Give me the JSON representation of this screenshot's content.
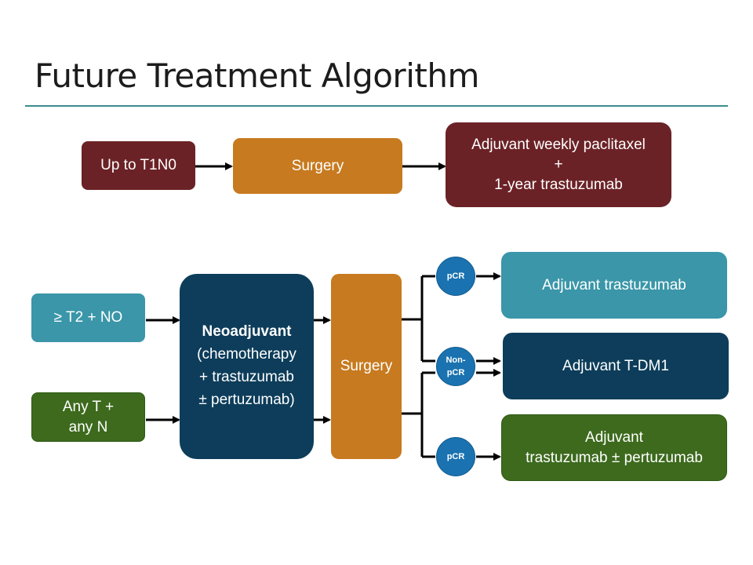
{
  "title": "Future Treatment Algorithm",
  "row1": {
    "start": "Up to T1N0",
    "surgery": "Surgery",
    "adjuvant_line1": "Adjuvant weekly paclitaxel",
    "adjuvant_line2": "+",
    "adjuvant_line3": "1-year trastuzumab"
  },
  "row2": {
    "input1": "≥ T2 + NO",
    "input2_line1": "Any T +",
    "input2_line2": "any N",
    "neo_title": "Neoadjuvant",
    "neo_line1": "(chemotherapy",
    "neo_line2": "+ trastuzumab",
    "neo_line3": "± pertuzumab)",
    "surgery": "Surgery",
    "pcr_top": "pCR",
    "nonpcr_line1": "Non-",
    "nonpcr_line2": "pCR",
    "pcr_bottom": "pCR",
    "out1": "Adjuvant trastuzumab",
    "out2": "Adjuvant T-DM1",
    "out3_line1": "Adjuvant",
    "out3_line2": "trastuzumab ± pertuzumab"
  },
  "colors": {
    "maroon": "#6b2226",
    "orange": "#c77a1f",
    "teal": "#3a96a8",
    "navy": "#0d3d5a",
    "green": "#3d6a1d",
    "circle_blue": "#1a73b0",
    "rule": "#3b8c8f"
  }
}
